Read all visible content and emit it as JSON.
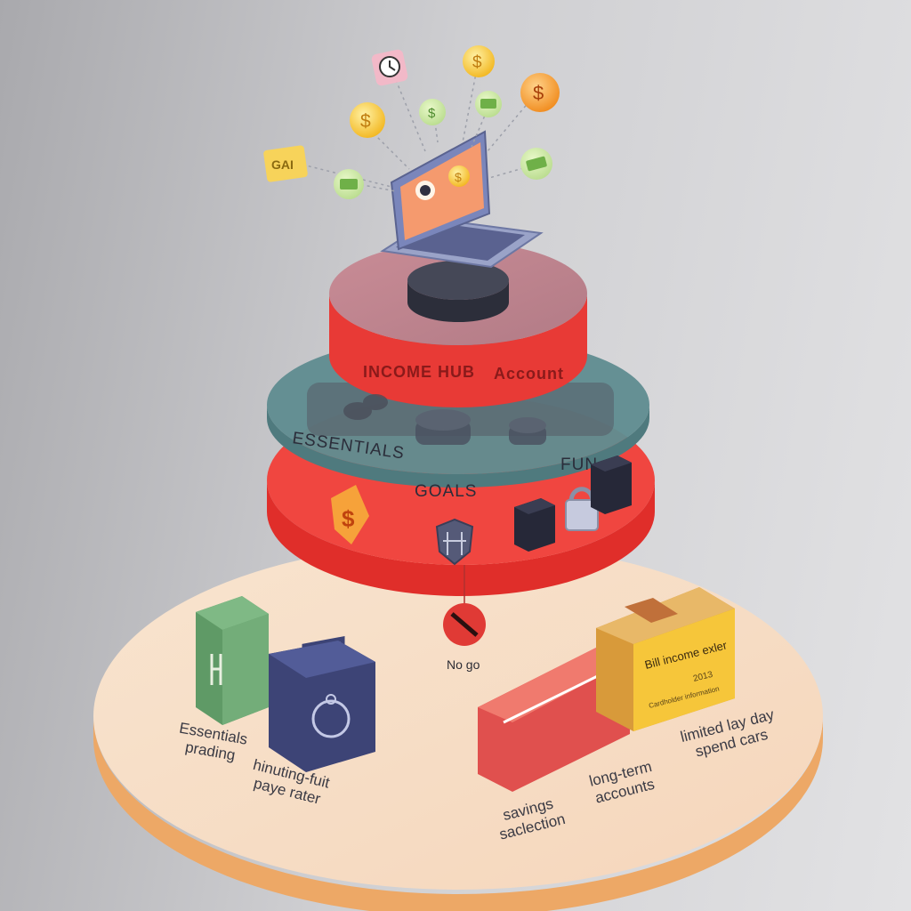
{
  "hub": {
    "left_label": "INCOME HUB",
    "right_label": "Account"
  },
  "tiers": {
    "left": "ESSENTIALS",
    "center": "GOALS",
    "right": "FUN"
  },
  "no_go": "No go",
  "floating_tag": "GAI",
  "bin_label": {
    "title": "Bill income exler",
    "year": "2013",
    "sub": "Cardholder information"
  },
  "labels": {
    "essentials": "Essentials\nprading",
    "hinting": "hinuting-fuit\npaye rater",
    "savings": "savings\nsaclection",
    "long_term": "long-term\naccounts",
    "limited": "limited lay day\nspend cars"
  },
  "colors": {
    "red": "#f03a32",
    "teal": "#5e8c90",
    "peach": "#f7dcc4",
    "floor_edge": "#eeb27a",
    "gold": "#f6c63a"
  }
}
